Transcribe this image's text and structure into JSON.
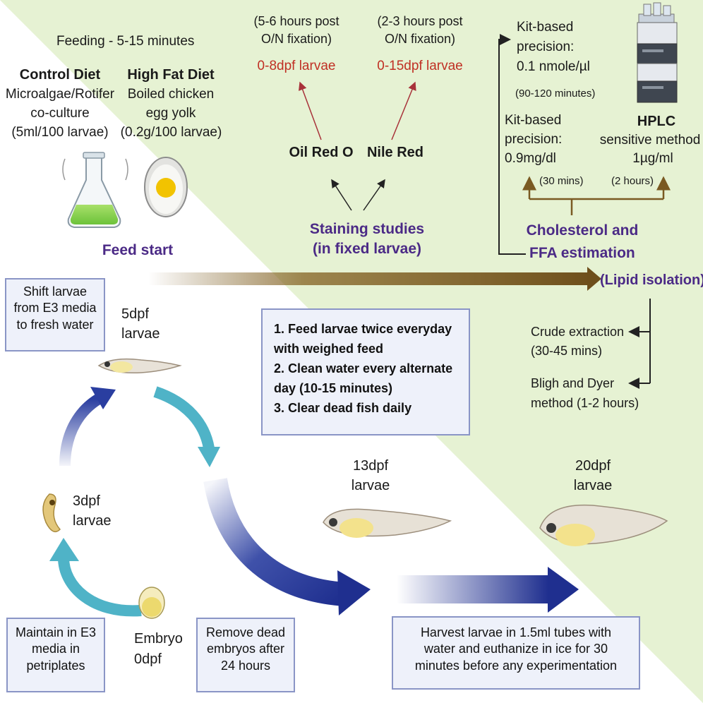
{
  "feeding": {
    "title": "Feeding - 5-15 minutes",
    "control": {
      "title": "Control Diet",
      "lines": [
        "Microalgae/Rotifer",
        "co-culture",
        "(5ml/100 larvae)"
      ]
    },
    "high_fat": {
      "title": "High Fat Diet",
      "lines": [
        "Boiled chicken",
        "egg yolk",
        "(0.2g/100 larvae)"
      ]
    },
    "start": "Feed start"
  },
  "staining": {
    "oil_red": {
      "label": "Oil Red O",
      "timing": [
        "(5-6 hours post",
        "O/N fixation)"
      ],
      "result": "0-8dpf larvae"
    },
    "nile_red": {
      "label": "Nile Red",
      "timing": [
        "(2-3 hours post",
        "O/N fixation)"
      ],
      "result": "0-15dpf larvae"
    },
    "title": [
      "Staining studies",
      "(in fixed larvae)"
    ]
  },
  "estimation": {
    "kit1": [
      "Kit-based",
      "precision:",
      "0.1 nmole/µl"
    ],
    "kit1_time": "(90-120 minutes)",
    "kit2": [
      "Kit-based",
      "precision:",
      "0.9mg/dl"
    ],
    "kit2_time": "(30 mins)",
    "hplc_title": "HPLC",
    "hplc": [
      "sensitive method",
      "1µg/ml"
    ],
    "hplc_time": "(2 hours)",
    "title": [
      "Cholesterol and",
      "FFA estimation"
    ],
    "lipid": "(Lipid isolation)"
  },
  "extraction": {
    "crude": [
      "Crude extraction",
      "(30-45 mins)"
    ],
    "bligh": [
      "Bligh and Dyer",
      "method (1-2 hours)"
    ]
  },
  "stages": {
    "d5": [
      "5dpf",
      "larvae"
    ],
    "d3": [
      "3dpf",
      "larvae"
    ],
    "d0": [
      "Embryo",
      "0dpf"
    ],
    "d13": [
      "13dpf",
      "larvae"
    ],
    "d20": [
      "20dpf",
      "larvae"
    ]
  },
  "boxes": {
    "shift": [
      "Shift larvae",
      "from E3 media",
      "to fresh water"
    ],
    "protocol": [
      "1. Feed larvae twice everyday",
      "with weighed feed",
      "2. Clean water every alternate",
      "day (10-15 minutes)",
      "3. Clear dead fish daily"
    ],
    "maintain": [
      "Maintain in E3",
      "media in",
      "petriplates"
    ],
    "remove": [
      "Remove dead",
      "embryos after",
      "24 hours"
    ],
    "harvest": [
      "Harvest larvae in 1.5ml tubes with",
      "water and euthanize in ice for 30",
      "minutes before any experimentation"
    ]
  },
  "icons": {
    "flask": "erlenmeyer-flask-icon",
    "egg": "boiled-egg-icon",
    "hplc": "hplc-machine-icon",
    "embryo": "embryo-icon",
    "larva": "zebrafish-larva-icon"
  },
  "colors": {
    "green_bg": "#e6f2d3",
    "brown": "#7a5a22",
    "purple": "#4b2a86",
    "red": "#c03024",
    "teal": "#4fb3c7",
    "navy": "#1f2f8f",
    "box_fill": "#eef1fa",
    "box_border": "#8a95c6"
  }
}
